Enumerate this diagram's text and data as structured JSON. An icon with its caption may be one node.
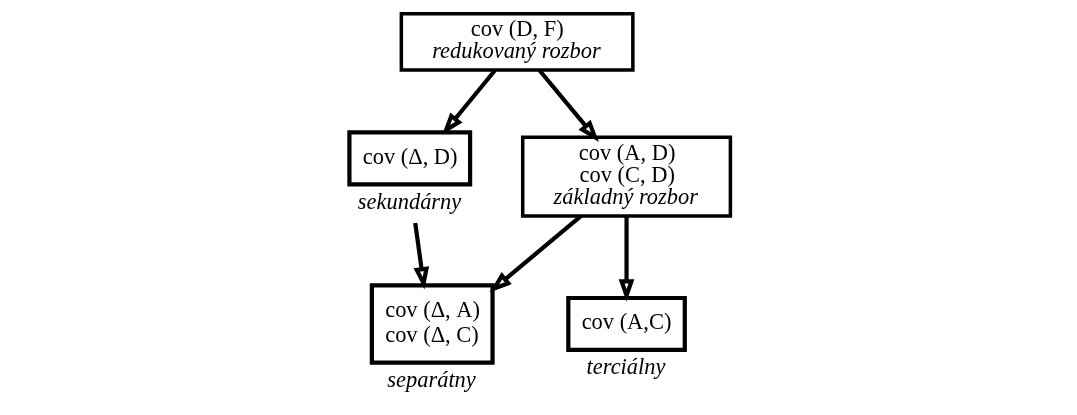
{
  "diagram": {
    "nodes": [
      {
        "text": [
          "cov (D, F)",
          "redukovaný rozbor"
        ]
      },
      {
        "text": [
          "cov (Δ, D)"
        ],
        "beside": [
          "sekundárny"
        ]
      },
      {
        "text": [
          "cov (A, D)",
          "cov (C, D)",
          "základný rozbor"
        ]
      },
      {
        "text": [
          "cov (Δ, A)",
          "cov (Δ, C)"
        ],
        "beside": [
          "separátny"
        ]
      },
      {
        "text": [
          "cov (A,C)"
        ],
        "beside": [
          "terciálny"
        ]
      }
    ],
    "edges": [
      {
        "from": 0,
        "to": 1,
        "arrow": "to"
      },
      {
        "from": 0,
        "to": 2,
        "arrow": "to"
      },
      {
        "from": 1,
        "to": 3,
        "arrow": "to"
      },
      {
        "from": 2,
        "to": 3,
        "arrow": "to"
      },
      {
        "from": 2,
        "to": 4,
        "arrow": "to"
      }
    ]
  }
}
